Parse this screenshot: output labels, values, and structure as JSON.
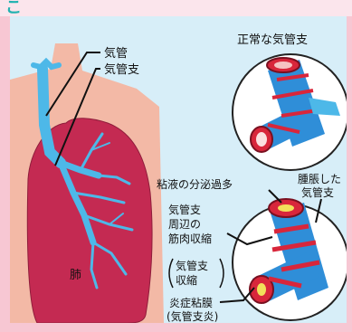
{
  "header": {
    "glyph": "こ"
  },
  "labels": {
    "trachea": "気管",
    "bronchus": "気管支",
    "lung": "肺",
    "normal_bronchus": "正常な気管支",
    "mucus": "粘液の分泌過多",
    "swollen_1": "腫脹した",
    "swollen_2": "気管支",
    "muscle_1": "気管支",
    "muscle_2": "周辺の",
    "muscle_3": "筋肉収縮",
    "constrict_1": "気管支",
    "constrict_2": "収縮",
    "inflam_1": "炎症粘膜",
    "inflam_2": "(気管支炎)"
  },
  "colors": {
    "lung": "#c42a52",
    "tissue": "#f3b9a6",
    "airway": "#4db8e8",
    "panel": "#d7eef8",
    "accent": "#20b2b0"
  }
}
